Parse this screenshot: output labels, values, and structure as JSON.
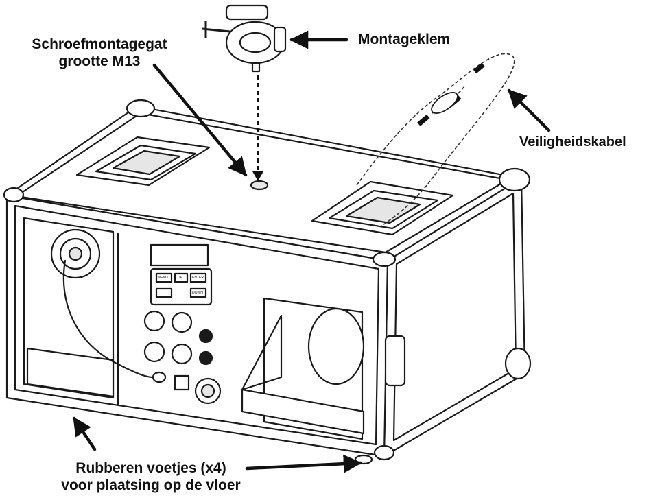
{
  "labels": {
    "screw_hole_line1": "Schroefmontagegat",
    "screw_hole_line2": "grootte M13",
    "clamp": "Montageklem",
    "safety_cable": "Veiligheidskabel",
    "feet_line1": "Rubberen voetjes (x4)",
    "feet_line2": "voor plaatsing op de vloer"
  },
  "panel_buttons": [
    "MENU",
    "UP",
    "DOWN",
    "ENTER"
  ],
  "colors": {
    "line": "#1a1a1a",
    "fill": "#ffffff",
    "shade": "#e6e6e6"
  }
}
